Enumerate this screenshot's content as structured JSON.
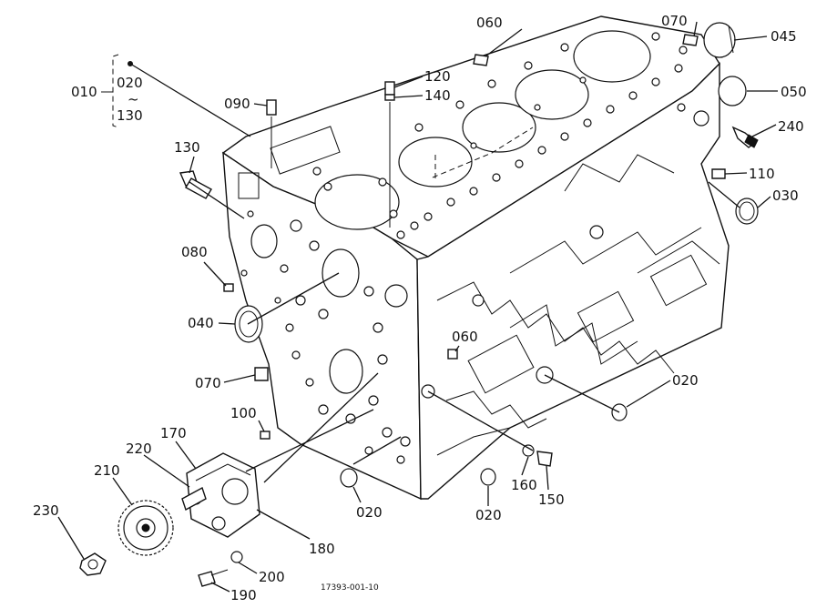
{
  "diagram": {
    "labels": {
      "p010": "010",
      "p020a": "020",
      "p130a": "130",
      "p060a": "060",
      "p070a": "070",
      "p045": "045",
      "p050": "050",
      "p240": "240",
      "p120": "120",
      "p140": "140",
      "p090": "090",
      "p130b": "130",
      "p110": "110",
      "p030": "030",
      "p080": "080",
      "p040": "040",
      "p060b": "060",
      "p070b": "070",
      "p020b": "020",
      "p100": "100",
      "p170": "170",
      "p220": "220",
      "p210": "210",
      "p230": "230",
      "p020c": "020",
      "p020d": "020",
      "p160": "160",
      "p150": "150",
      "p180": "180",
      "p200": "200",
      "p190": "190"
    },
    "bracket_tilde": "~",
    "drawing_code": "17393-001-10"
  }
}
